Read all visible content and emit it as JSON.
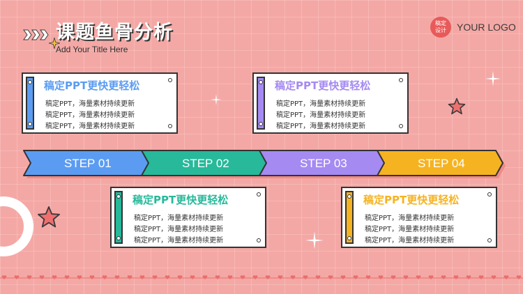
{
  "header": {
    "title": "课题鱼骨分析",
    "subtitle": "Add Your Title Here"
  },
  "logo": {
    "badge_line1": "稿定",
    "badge_line2": "设计",
    "text": "YOUR LOGO"
  },
  "steps": [
    {
      "label": "STEP 01",
      "color": "#5b9cf2"
    },
    {
      "label": "STEP 02",
      "color": "#27b99a"
    },
    {
      "label": "STEP 03",
      "color": "#a58af2"
    },
    {
      "label": "STEP 04",
      "color": "#f6b321"
    }
  ],
  "cards": [
    {
      "title": "稿定PPT更快更轻松",
      "color": "#5b9cf2",
      "lines": [
        "稿定PPT，海量素材持续更新",
        "稿定PPT，海量素材持续更新",
        "稿定PPT，海量素材持续更新"
      ]
    },
    {
      "title": "稿定PPT更快更轻松",
      "color": "#a58af2",
      "lines": [
        "稿定PPT，海量素材持续更新",
        "稿定PPT，海量素材持续更新",
        "稿定PPT，海量素材持续更新"
      ]
    },
    {
      "title": "稿定PPT更快更轻松",
      "color": "#27b99a",
      "lines": [
        "稿定PPT，海量素材持续更新",
        "稿定PPT，海量素材持续更新",
        "稿定PPT，海量素材持续更新"
      ]
    },
    {
      "title": "稿定PPT更快更轻松",
      "color": "#f6b321",
      "lines": [
        "稿定PPT，海量素材持续更新",
        "稿定PPT，海量素材持续更新",
        "稿定PPT，海量素材持续更新"
      ]
    }
  ],
  "colors": {
    "background": "#f4a8a5",
    "accent_red": "#e85a5a",
    "star": "#ef6f6f",
    "outline": "#333333"
  }
}
